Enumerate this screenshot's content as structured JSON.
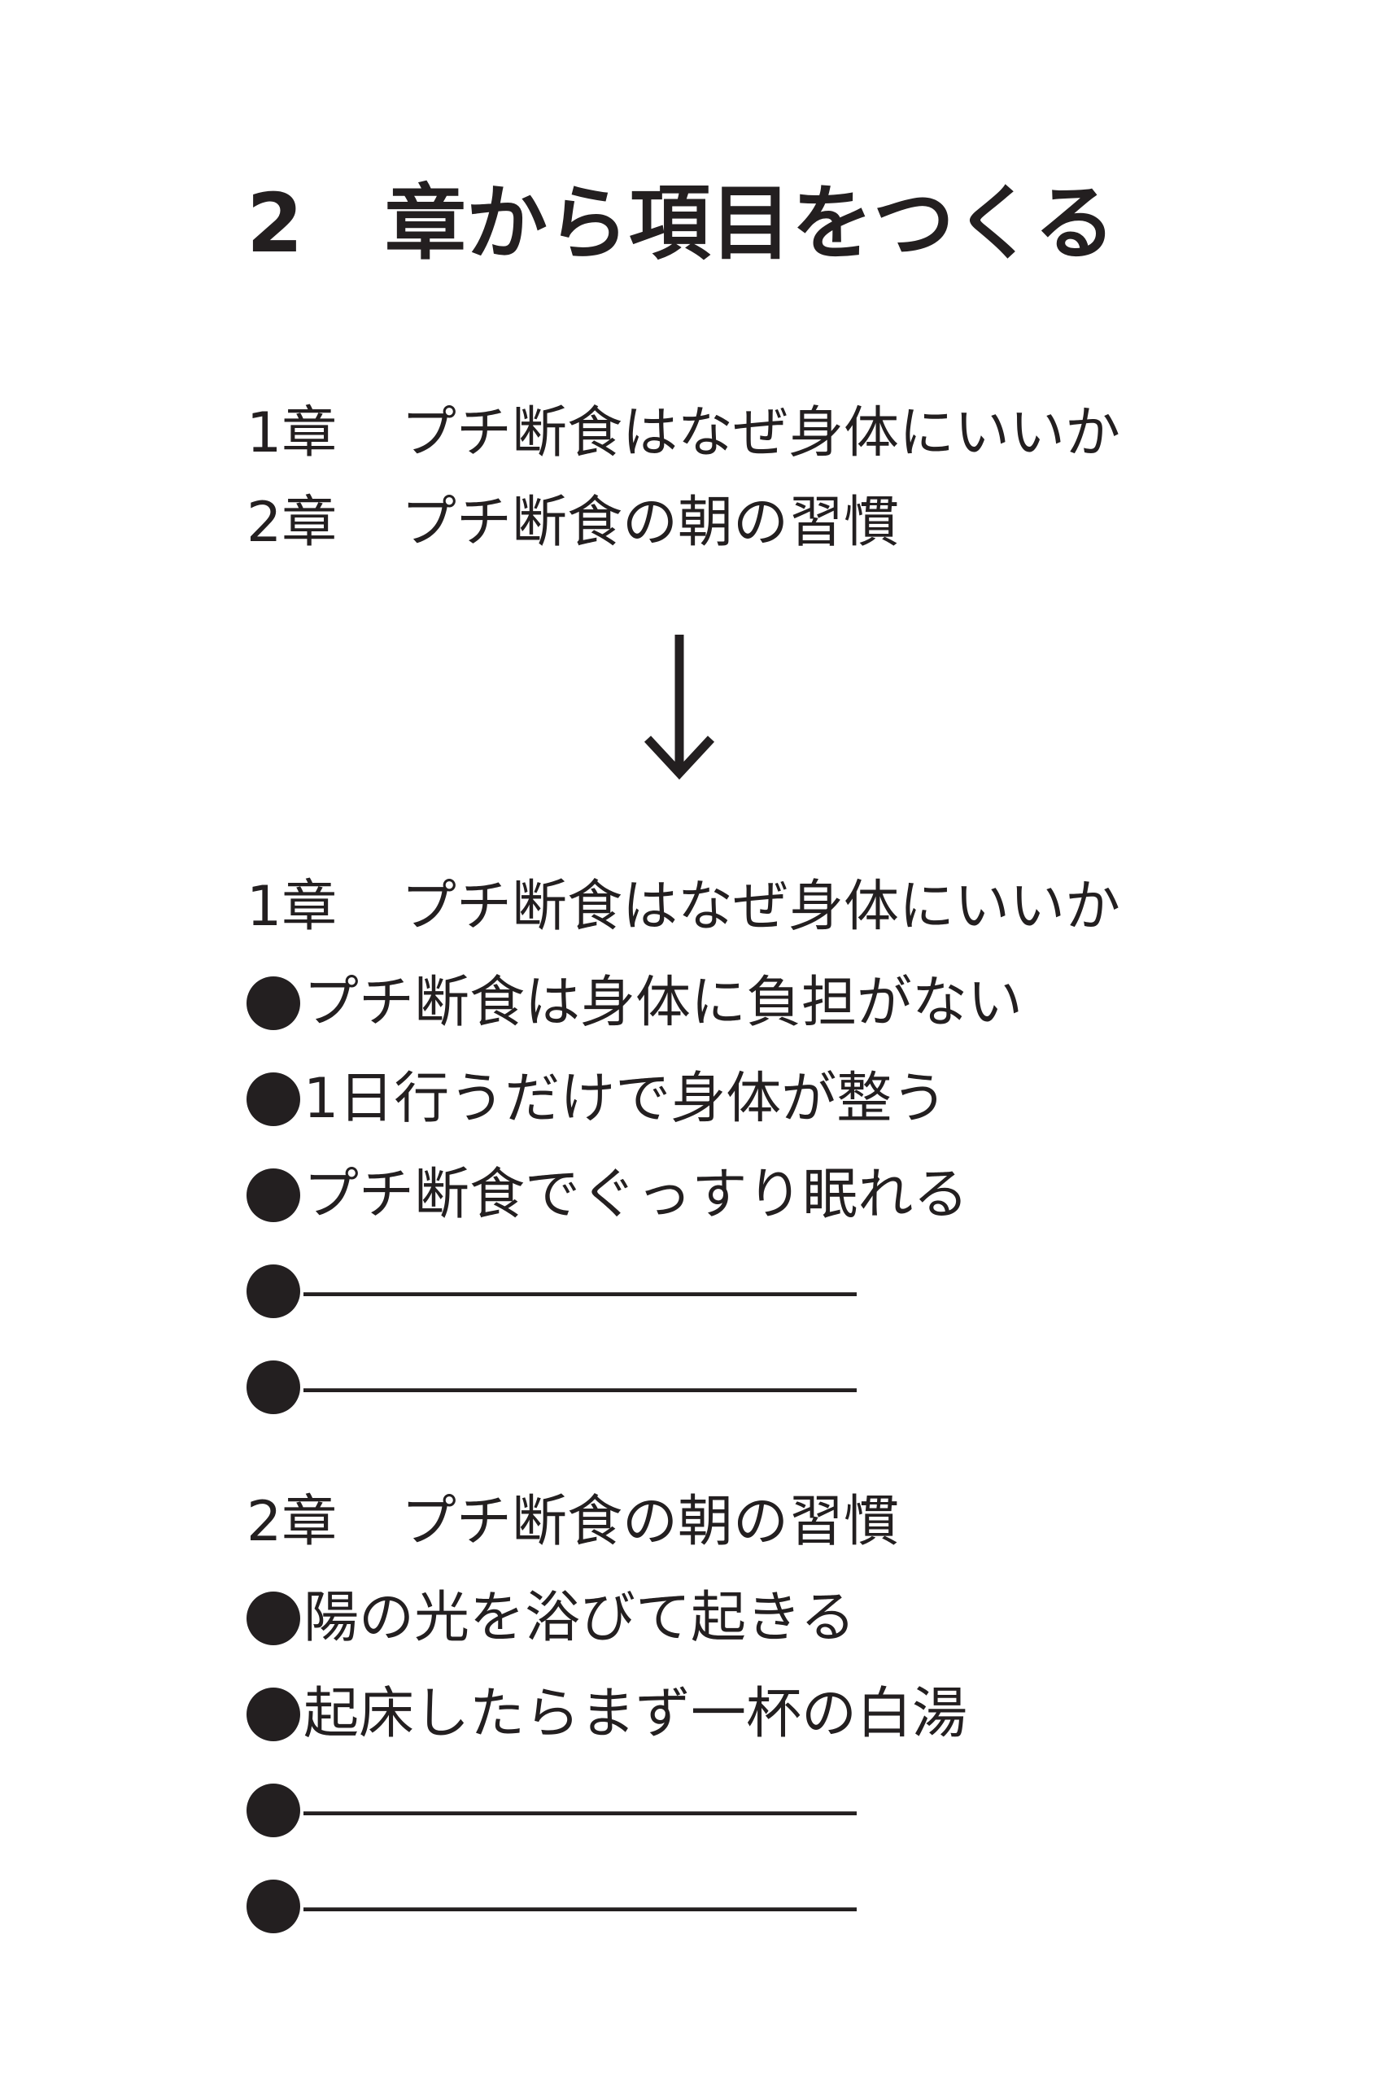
{
  "title": {
    "number": "2",
    "text": "章から項目をつくる"
  },
  "before": {
    "chapters": [
      {
        "label": "1章",
        "text": "プチ断食はなぜ身体にいいか"
      },
      {
        "label": "2章",
        "text": "プチ断食の朝の習慣"
      }
    ]
  },
  "arrow_icon": "down-arrow-icon",
  "after": {
    "chapter1": {
      "label": "1章",
      "text": "プチ断食はなぜ身体にいいか",
      "items": [
        "プチ断食は身体に負担がない",
        "1日行うだけで身体が整う",
        "プチ断食でぐっすり眠れる",
        "――――――――――",
        "――――――――――"
      ]
    },
    "chapter2": {
      "label": "2章",
      "text": "プチ断食の朝の習慣",
      "items": [
        "陽の光を浴びて起きる",
        "起床したらまず一杯の白湯",
        "――――――――――",
        "――――――――――"
      ]
    }
  }
}
